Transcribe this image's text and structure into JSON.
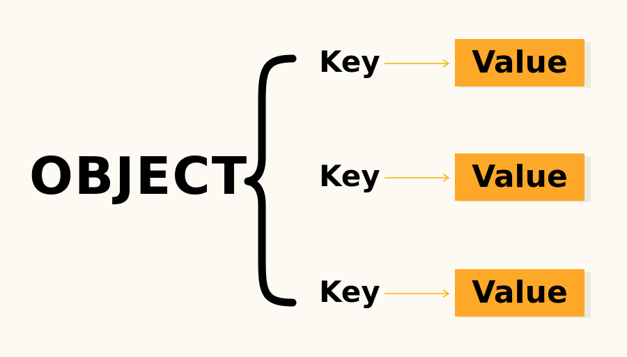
{
  "object": {
    "label": "OBJECT"
  },
  "pairs": [
    {
      "key": "Key",
      "value": "Value"
    },
    {
      "key": "Key",
      "value": "Value"
    },
    {
      "key": "Key",
      "value": "Value"
    }
  ],
  "colors": {
    "background": "#fdf9f3",
    "value_box": "#fea82a",
    "arrow": "#f4b400",
    "text": "#000000"
  },
  "icons": {
    "brace": "curly-brace-icon",
    "arrow": "arrow-right-icon"
  }
}
